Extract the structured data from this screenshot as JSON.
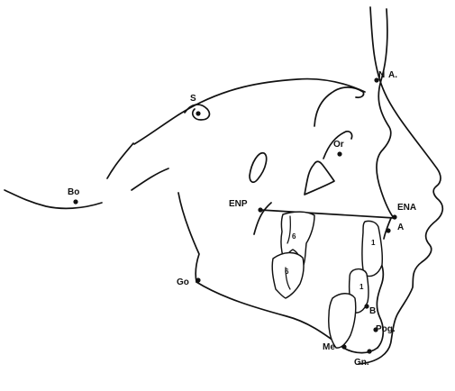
{
  "diagram": {
    "landmarks": {
      "N": "N",
      "A_nasion": "A.",
      "S": "S",
      "Or": "Or",
      "Bo": "Bo",
      "ENP": "ENP",
      "ENA": "ENA",
      "A": "A",
      "Go": "Go",
      "B": "B",
      "Pog": "Pog.",
      "Me": "Me",
      "Gn": "Gn."
    },
    "tooth_numbers": {
      "upper_molar": "6",
      "lower_molar": "6",
      "upper_incisor": "1",
      "lower_incisor": "1"
    }
  }
}
